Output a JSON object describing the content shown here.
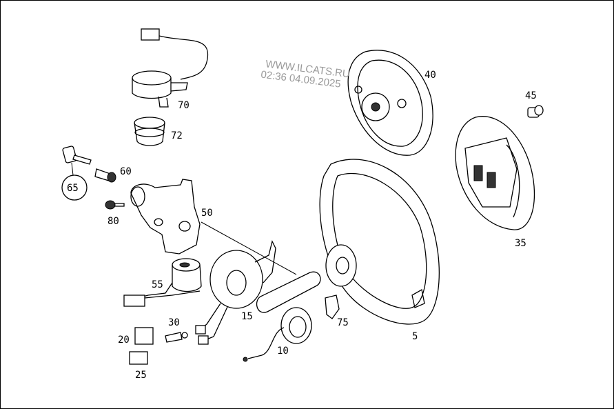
{
  "watermark": {
    "line1": "WWW.ILCATS.RU",
    "line2": "02:36 04.09.2025"
  },
  "callouts": {
    "p5": "5",
    "p10": "10",
    "p15": "15",
    "p20": "20",
    "p25": "25",
    "p30": "30",
    "p35": "35",
    "p40": "40",
    "p45": "45",
    "p50": "50",
    "p55": "55",
    "p60": "60",
    "p65": "65",
    "p70": "70",
    "p72": "72",
    "p75": "75",
    "p80": "80"
  }
}
